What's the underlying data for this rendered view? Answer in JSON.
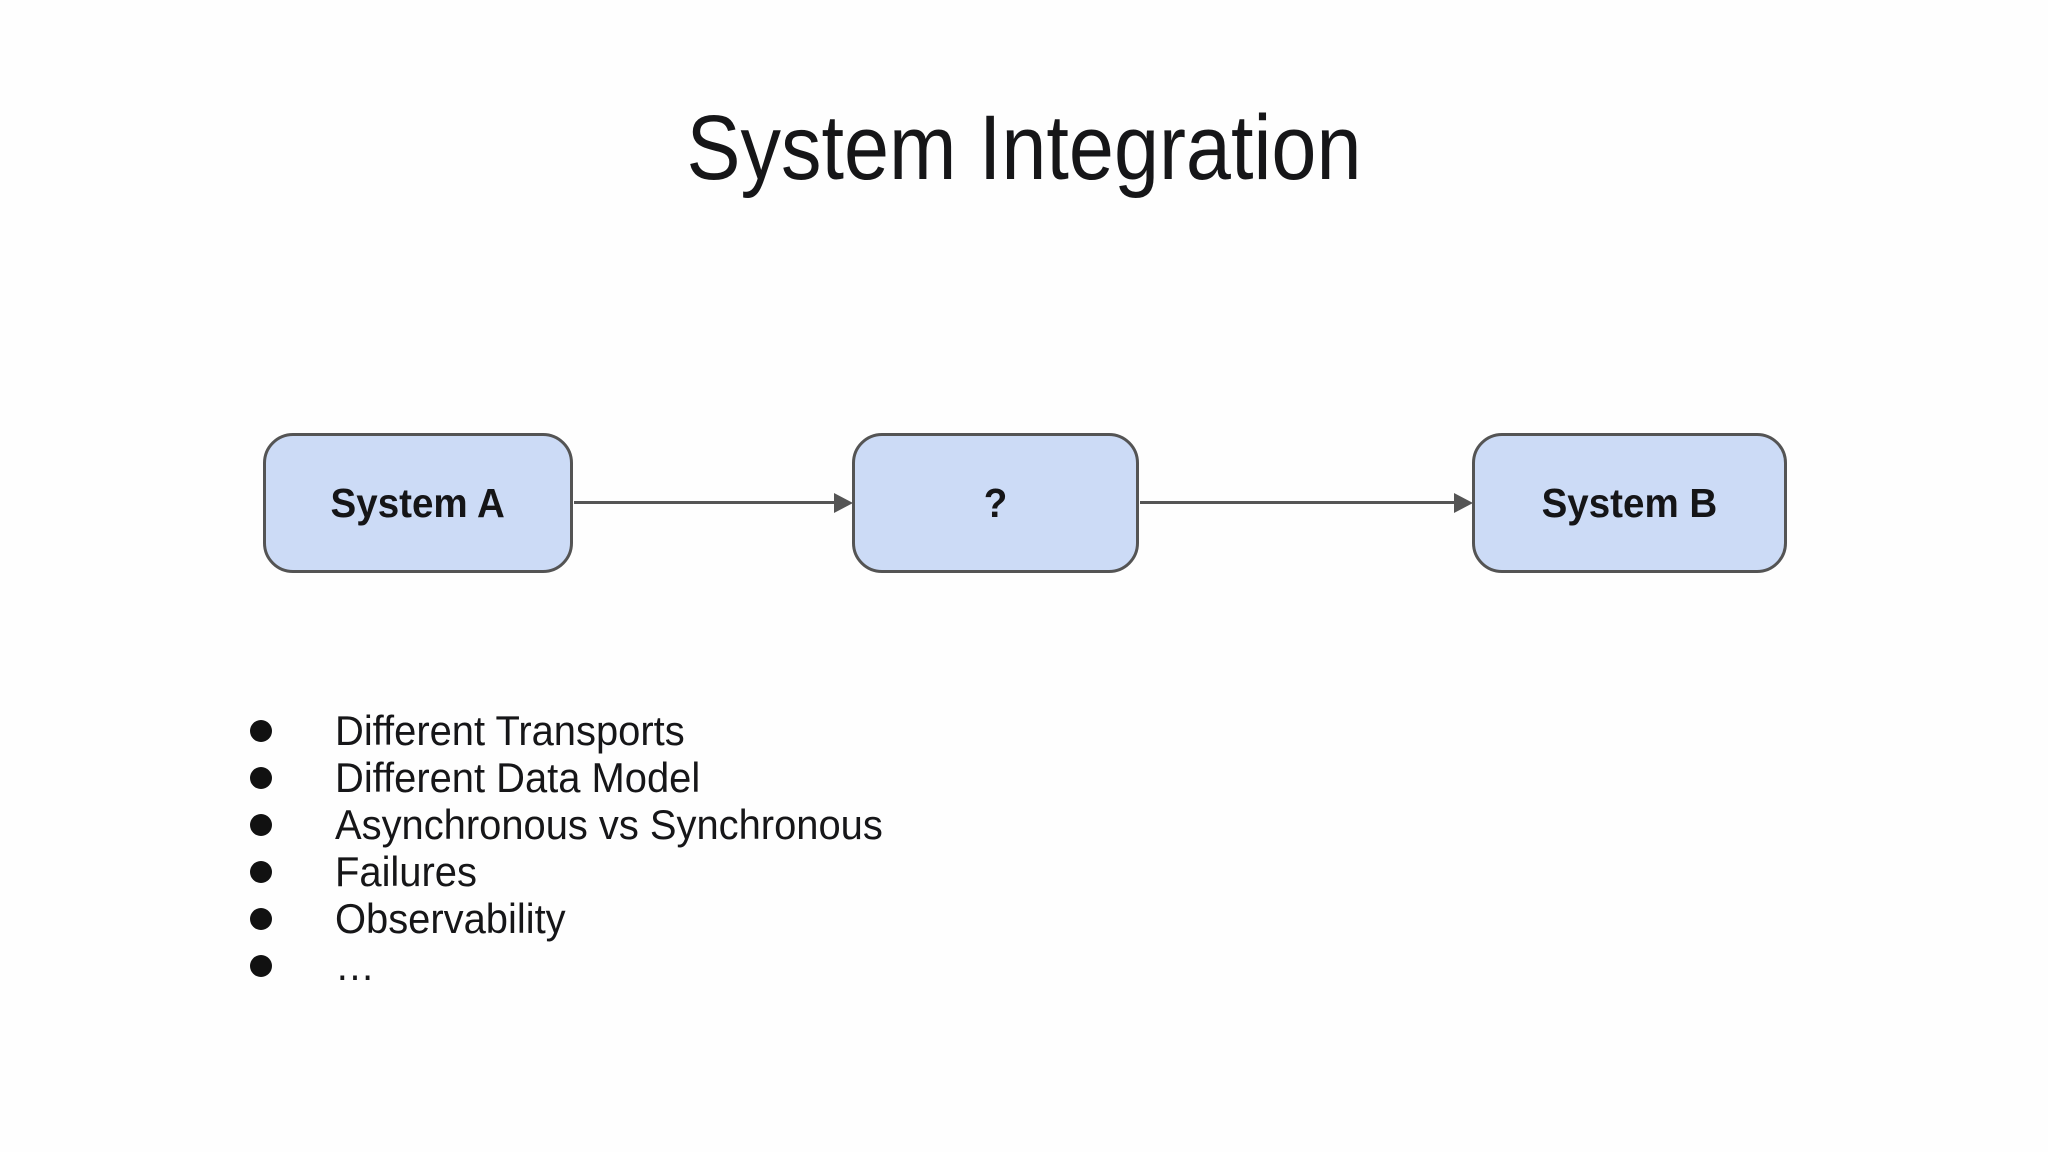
{
  "slide": {
    "title": "System Integration",
    "diagram": {
      "nodes": [
        {
          "id": "system-a",
          "label": "System A"
        },
        {
          "id": "unknown-middleware",
          "label": "?"
        },
        {
          "id": "system-b",
          "label": "System B"
        }
      ],
      "connections": [
        {
          "from": "system-a",
          "to": "unknown-middleware",
          "direction": "right"
        },
        {
          "from": "unknown-middleware",
          "to": "system-b",
          "direction": "right"
        }
      ]
    },
    "bullets": [
      "Different Transports",
      "Different Data Model",
      "Asynchronous vs Synchronous",
      "Failures",
      "Observability",
      "…"
    ],
    "colors": {
      "node_fill": "#ccdbf6",
      "node_border": "#545454",
      "arrow": "#555555",
      "text": "#161618",
      "background": "#fefefe"
    }
  }
}
